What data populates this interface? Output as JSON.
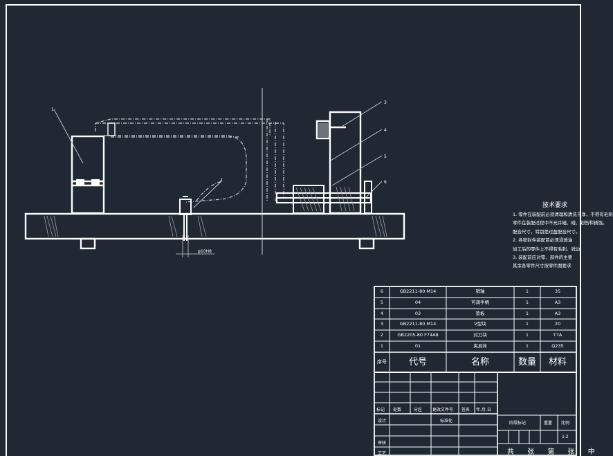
{
  "tech_requirements": {
    "title": "技术要求",
    "lines": [
      "1. 零件在装配前必须清理和清洗干净，不得有毛刺",
      "零件在装配过程中不允许磕、碰、划伤和锈蚀。",
      "配合尺寸，特别是过盈配合尺寸。",
      "2. 各密封件装配前必须浸透油",
      "加工后的零件上不得有毛刺、锐边",
      "3. 装配前应对零、部件的主要",
      "其余各零件尺寸按零件图要求"
    ]
  },
  "bom": {
    "header": {
      "no": "序号",
      "code": "代号",
      "name": "名称",
      "qty": "数量",
      "material": "材料"
    },
    "rows": [
      {
        "no": "6",
        "code": "GB2211-80 M14",
        "name": "销轴",
        "qty": "1",
        "material": "35"
      },
      {
        "no": "5",
        "code": "04",
        "name": "可调手柄",
        "qty": "1",
        "material": "A3"
      },
      {
        "no": "4",
        "code": "03",
        "name": "垫板",
        "qty": "1",
        "material": "A3"
      },
      {
        "no": "3",
        "code": "GB2211-80 M14",
        "name": "V型块",
        "qty": "1",
        "material": "20"
      },
      {
        "no": "2",
        "code": "GB2205-80 F74A8",
        "name": "对刀块",
        "qty": "1",
        "material": "T7A"
      },
      {
        "no": "1",
        "code": "01",
        "name": "夹具体",
        "qty": "1",
        "material": "Q235"
      }
    ]
  },
  "title_block": {
    "revision_headers": [
      "标记",
      "处数",
      "分区",
      "更改文件号",
      "签名",
      "年.月.日"
    ],
    "design": "设计",
    "standardization": "标准化",
    "review": "审核",
    "process": "工艺",
    "stage_mark": "阶段标记",
    "weight": "重量",
    "scale": "比例",
    "scale_value": "1:2",
    "sheet_label": "共 张 第 张 中"
  },
  "dimension": {
    "label": "φ10H8"
  },
  "balloons": [
    "1",
    "2",
    "3",
    "4",
    "5",
    "6"
  ]
}
